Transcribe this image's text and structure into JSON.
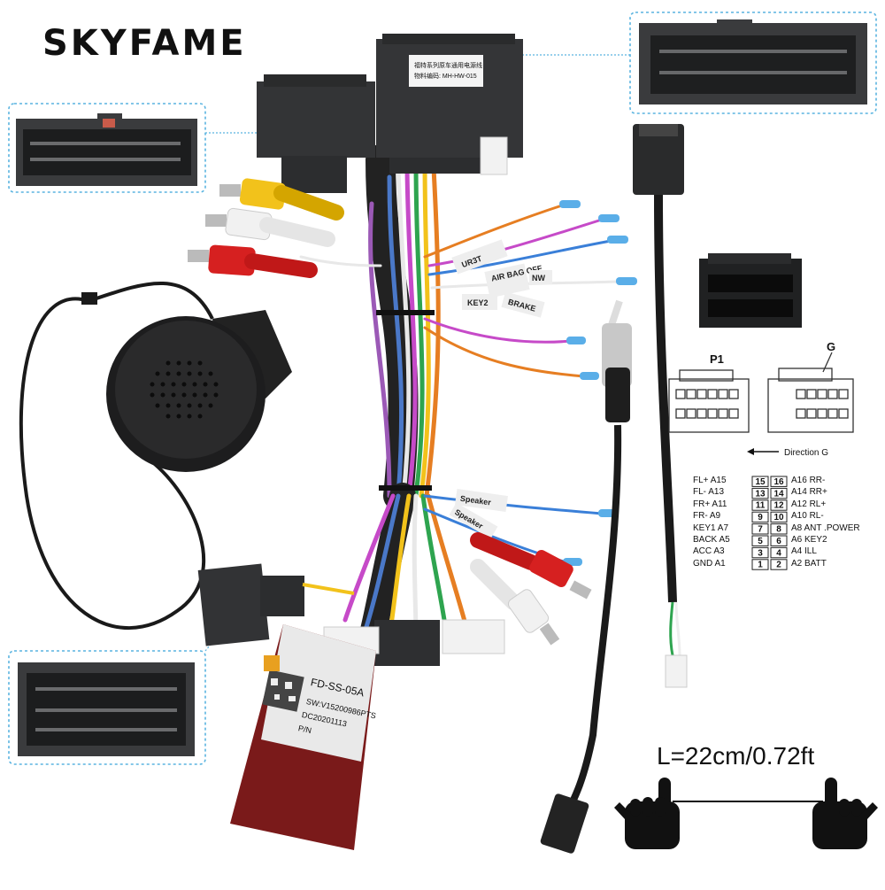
{
  "brand": {
    "name": "SKYFAME"
  },
  "connector_labels": {
    "p1": "P1",
    "g": "G",
    "direction": "Direction G"
  },
  "pinout": {
    "left": [
      {
        "name": "FL+",
        "pin": "A15"
      },
      {
        "name": "FL-",
        "pin": "A13"
      },
      {
        "name": "FR+",
        "pin": "A11"
      },
      {
        "name": "FR-",
        "pin": "A9"
      },
      {
        "name": "KEY1",
        "pin": "A7"
      },
      {
        "name": "BACK",
        "pin": "A5"
      },
      {
        "name": "ACC",
        "pin": "A3"
      },
      {
        "name": "GND",
        "pin": "A1"
      }
    ],
    "right": [
      {
        "name": "RR-",
        "pin": "A16"
      },
      {
        "name": "RR+",
        "pin": "A14"
      },
      {
        "name": "RL+",
        "pin": "A12"
      },
      {
        "name": "RL-",
        "pin": "A10"
      },
      {
        "name": "ANT .POWER",
        "pin": "A8"
      },
      {
        "name": "KEY2",
        "pin": "A6"
      },
      {
        "name": "ILL",
        "pin": "A4"
      },
      {
        "name": "BATT",
        "pin": "A2"
      }
    ],
    "grid_left": [
      "15",
      "13",
      "11",
      "9",
      "7",
      "5",
      "3",
      "1"
    ],
    "grid_right": [
      "16",
      "14",
      "12",
      "10",
      "8",
      "6",
      "4",
      "2"
    ]
  },
  "wire_tags": [
    "UR3T",
    "AIR BAG OFF",
    "KEY2",
    "BRAKE",
    "NW",
    "Speaker",
    "Speaker"
  ],
  "decoder_box": {
    "model": "FD-SS-05A",
    "sw": "SW:V15200986PTS",
    "dc": "DC20201113",
    "pn": "P/N"
  },
  "connector_sticker": {
    "line1": "福特系列原车通用电源线",
    "line2": "物料编码: MH-HW-015"
  },
  "length": {
    "text": "L=22cm/0.72ft"
  },
  "colors": {
    "wire_red": "#d62020",
    "wire_yellow": "#f2c21b",
    "wire_white": "#f4f4f4",
    "wire_blue": "#3a7fd8",
    "wire_green": "#2ea44f",
    "connector": "#2f3133",
    "accent_dotted": "#5ab4e0"
  },
  "icons": [
    "hand-pointing-down-icon-left",
    "hand-pointing-down-icon-right"
  ]
}
